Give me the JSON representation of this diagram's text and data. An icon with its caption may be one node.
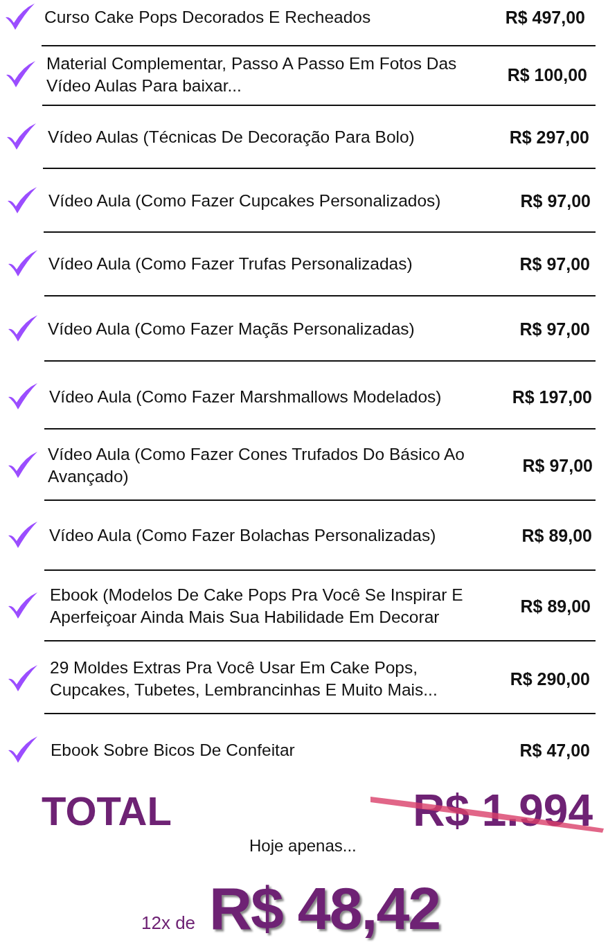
{
  "diagram": {
    "labels": [
      "Curso Cake Pops Decorados E Recheados",
      "R$ 497,00",
      "Material Complementar, Passo A Passo Em Fotos Das Vídeo Aulas Para baixar...",
      "R$ 100,00",
      "Vídeo Aulas (Técnicas De Decoração Para Bolo)",
      "R$ 297,00",
      "Vídeo Aula (Como Fazer Cupcakes Personalizados)",
      "R$ 97,00",
      "Vídeo Aula (Como Fazer Trufas Personalizadas)",
      "R$ 97,00",
      "Vídeo Aula (Como Fazer Maçãs Personalizadas)",
      "R$ 97,00",
      "Vídeo Aula (Como Fazer  Marshmallows Modelados)",
      "R$ 197,00",
      "Vídeo Aula (Como Fazer Cones Trufados Do Básico Ao Avançado)",
      "R$ 97,00",
      "Vídeo Aula (Como Fazer  Bolachas Personalizadas)",
      "R$ 89,00",
      "Ebook (Modelos De Cake Pops Pra Você Se Inspirar E Aperfeiçoar Ainda Mais Sua Habilidade Em Decorar",
      "R$ 89,00",
      "29 Moldes Extras Pra Você Usar Em Cake Pops, Cupcakes, Tubetes, Lembrancinhas E Muito Mais...",
      "R$ 290,00",
      "Ebook Sobre Bicos De Confeitar",
      "R$ 47,00",
      "TOTAL",
      "R$ 1.994",
      "Hoje apenas...",
      "12x de",
      "R$ 48,42"
    ]
  }
}
